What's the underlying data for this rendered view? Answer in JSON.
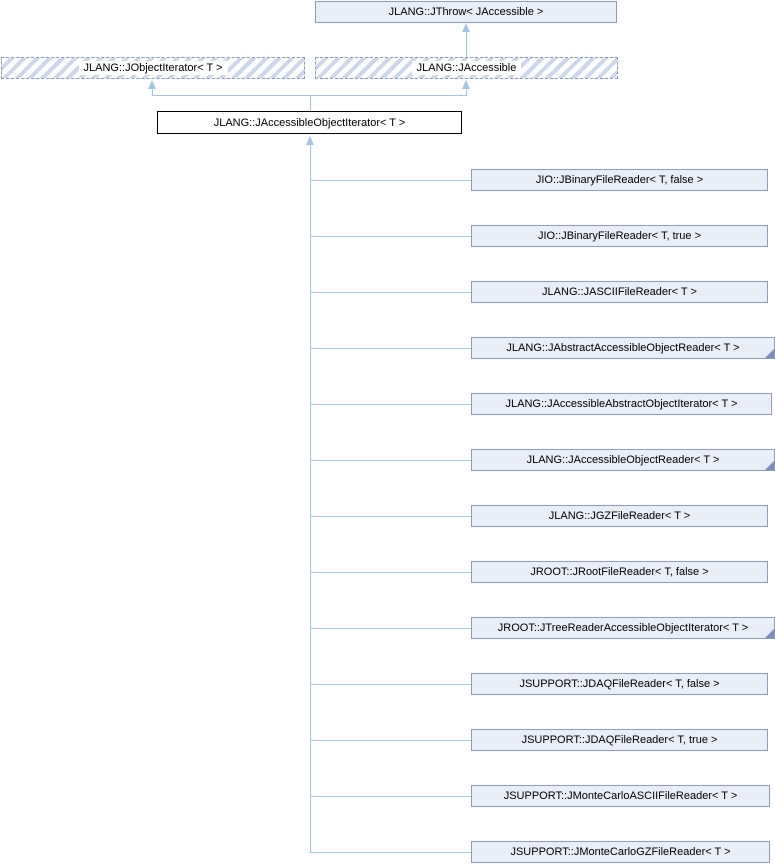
{
  "diagram": {
    "type": "class-inheritance-graph",
    "root": {
      "label": "JLANG::JThrow< JAccessible >"
    },
    "bases": [
      {
        "label": "JLANG::JObjectIterator< T >",
        "style": "dashed-hatched"
      },
      {
        "label": "JLANG::JAccessible",
        "style": "dashed-hatched"
      }
    ],
    "main": {
      "label": "JLANG::JAccessibleObjectIterator< T >"
    },
    "children": [
      {
        "label": "JIO::JBinaryFileReader< T, false >",
        "truncated": false
      },
      {
        "label": "JIO::JBinaryFileReader< T, true >",
        "truncated": false
      },
      {
        "label": "JLANG::JASCIIFileReader< T >",
        "truncated": false
      },
      {
        "label": "JLANG::JAbstractAccessibleObjectReader< T >",
        "truncated": true
      },
      {
        "label": "JLANG::JAccessibleAbstractObjectIterator< T >",
        "truncated": false
      },
      {
        "label": "JLANG::JAccessibleObjectReader< T >",
        "truncated": true
      },
      {
        "label": "JLANG::JGZFileReader< T >",
        "truncated": false
      },
      {
        "label": "JROOT::JRootFileReader< T, false >",
        "truncated": false
      },
      {
        "label": "JROOT::JTreeReaderAccessibleObjectIterator< T >",
        "truncated": true
      },
      {
        "label": "JSUPPORT::JDAQFileReader< T, false >",
        "truncated": false
      },
      {
        "label": "JSUPPORT::JDAQFileReader< T, true >",
        "truncated": false
      },
      {
        "label": "JSUPPORT::JMonteCarloASCIIFileReader< T >",
        "truncated": false
      },
      {
        "label": "JSUPPORT::JMonteCarloGZFileReader< T >",
        "truncated": false
      }
    ],
    "colors": {
      "node_fill": "#e9edf6",
      "node_border": "#8e9cc4",
      "main_node_border": "#000000",
      "edge": "#a3c7e3",
      "hatch_stripe": "#cdd7ec",
      "fold_corner": "#7d8ebe",
      "background": "#ffffff"
    }
  }
}
